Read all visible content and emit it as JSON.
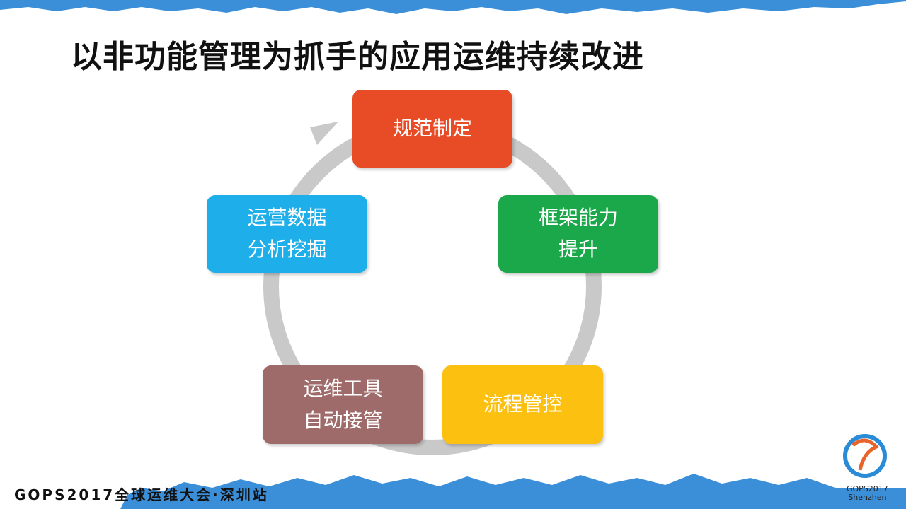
{
  "title": "以非功能管理为抓手的应用运维持续改进",
  "cycle": [
    {
      "label": "规范制定",
      "color": "#e84c26"
    },
    {
      "label": "框架能力\n提升",
      "color": "#1aa84a"
    },
    {
      "label": "流程管控",
      "color": "#fcc010"
    },
    {
      "label": "运维工具\n自动接管",
      "color": "#9e6a6a"
    },
    {
      "label": "运营数据\n分析挖掘",
      "color": "#1eaeea"
    }
  ],
  "footer": "GOPS2017全球运维大会·深圳站",
  "logo": {
    "line1": "GOPS2017",
    "line2": "Shenzhen"
  }
}
